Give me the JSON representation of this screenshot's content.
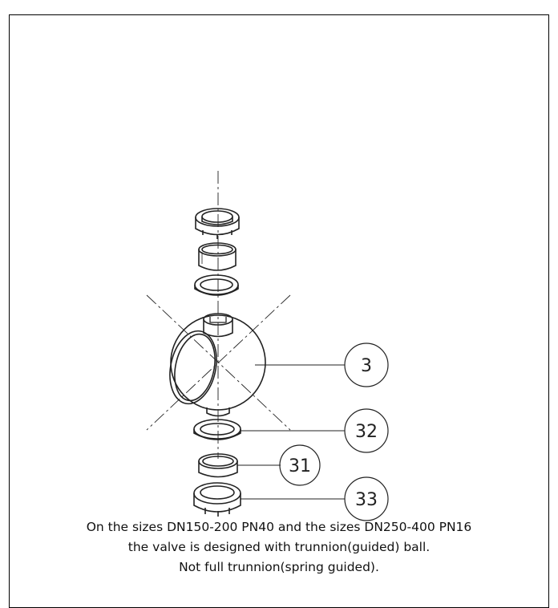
{
  "callouts": {
    "c3": "3",
    "c32": "32",
    "c31": "31",
    "c33": "33"
  },
  "caption": {
    "line1": "On the sizes DN150-200 PN40 and the sizes DN250-400 PN16",
    "line2": "the valve is designed with trunnion(guided) ball.",
    "line3": "Not full trunnion(spring guided)."
  }
}
